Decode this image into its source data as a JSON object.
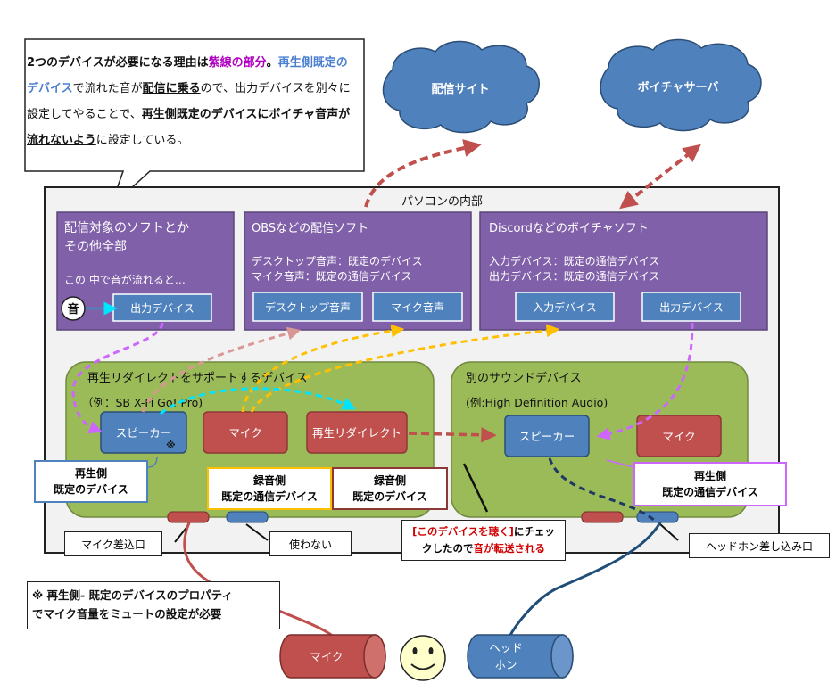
{
  "callout": {
    "part1": "2つのデバイスが必要になる理由は",
    "part2_purple": "紫線の部分",
    "part3": "。",
    "part4_blue": "再生側既定のデバイス",
    "part5": "で流れた音が",
    "part6_ul": "配信に乗る",
    "part7": "ので、出力デバイスを別々に設定してやることで、",
    "part8_ul": "再生側既定のデバイスにボイチャ音声が流れないよう",
    "part9": "に設定している。"
  },
  "clouds": {
    "stream_site": "配信サイト",
    "voice_chat_server": "ボイチャサーバ"
  },
  "pc": {
    "title": "パソコンの内部"
  },
  "apps": {
    "target_software": {
      "title_line1": "配信対象のソフトとか",
      "title_line2": "その他全部",
      "desc": "この 中で音が流れると…",
      "sound_circle": "音",
      "output_button": "出力デバイス"
    },
    "obs": {
      "title": "OBSなどの配信ソフト",
      "desc_line1": "デスクトップ音声：既定のデバイス",
      "desc_line2": "マイク音声：既定の通信デバイス",
      "desktop_button": "デスクトップ音声",
      "mic_button": "マイク音声"
    },
    "discord": {
      "title": "Discordなどのボイチャソフト",
      "desc_line1": "入力デバイス：既定の通信デバイス",
      "desc_line2": "出力デバイス：既定の通信デバイス",
      "input_button": "入力デバイス",
      "output_button": "出力デバイス"
    }
  },
  "devices": {
    "redirect_device": {
      "title": "再生リダイレクトをサポートするデバイス",
      "example": "（例：SB X-Fi Go! Pro)",
      "speaker": "スピーカー",
      "speaker_mark": "※",
      "mic": "マイク",
      "redirect": "再生リダイレクト"
    },
    "other_device": {
      "title": "別のサウンドデバイス",
      "example": "(例:High Definition Audio)",
      "speaker": "スピーカー",
      "mic": "マイク"
    }
  },
  "labels": {
    "playback_default_line1": "再生側",
    "playback_default_line2": "既定のデバイス",
    "record_comm_line1": "録音側",
    "record_comm_line2": "既定の通信デバイス",
    "record_default_line1": "録音側",
    "record_default_line2": "既定のデバイス",
    "playback_comm_line1": "再生側",
    "playback_comm_line2": "既定の通信デバイス",
    "mic_jack": "マイク差込口",
    "unused": "使わない",
    "headphone_jack": "ヘッドホン差し込み口",
    "listen_note_line1_red": "[このデバイスを聴く]",
    "listen_note_line1_rest": "にチェッ",
    "listen_note_line2_rest": "クしたので",
    "listen_note_line2_red": "音が転送される"
  },
  "note": {
    "line1": "※ 再生側- 既定のデバイスのプロパティ",
    "line2": "でマイク音量をミュートの設定が必要"
  },
  "peripherals": {
    "mic": "マイク",
    "headphone_line1": "ヘッド",
    "headphone_line2": "ホン"
  },
  "colors": {
    "purple_box": "#8060a8",
    "green_box": "#9bbb59",
    "blue_button": "#4f81bd",
    "red_button": "#c0504d",
    "cloud": "#4f81bd",
    "arrow_purple": "#cc66ff",
    "arrow_red": "#c0504d",
    "arrow_orange": "#ffc000",
    "arrow_cyan": "#00e5ff",
    "arrow_pink": "#d99694",
    "arrow_navy": "#1f3864"
  }
}
